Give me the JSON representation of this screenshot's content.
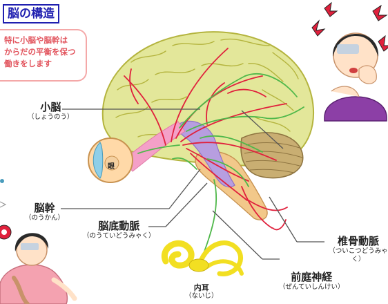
{
  "title": "脳の構造",
  "note": {
    "line1": "特に小脳や脳幹は",
    "line2": "からだの平衡を保つ",
    "line3": "働きをします"
  },
  "labels": {
    "cerebellum": {
      "main": "小脳",
      "reading": "（しょうのう）"
    },
    "brainstem": {
      "main": "脳幹",
      "reading": "（のうかん）"
    },
    "basilar_artery": {
      "main": "脳底動脈",
      "reading": "（のうていどうみゃく）"
    },
    "vertebral_artery": {
      "main": "椎骨動脈",
      "reading": "（ついこつどうみゃく）"
    },
    "vestibular_nerve": {
      "main": "前庭神経",
      "reading": "（ぜんていしんけい）"
    },
    "inner_ear": {
      "main": "内耳",
      "reading": "（ないじ）"
    },
    "eye": "眼"
  },
  "colors": {
    "brain": "#e3e79a",
    "brain_outline": "#b4b43e",
    "artery": "#e0203c",
    "nerve": "#4fb84a",
    "brainstem": "#f2c88a",
    "cerebellum": "#c9ae72",
    "optic": "#f4a0c8",
    "vessel_purple": "#b79ee0",
    "inner_ear": "#f2df22",
    "title": "#1f1fb0",
    "note_text": "#e2555e"
  }
}
